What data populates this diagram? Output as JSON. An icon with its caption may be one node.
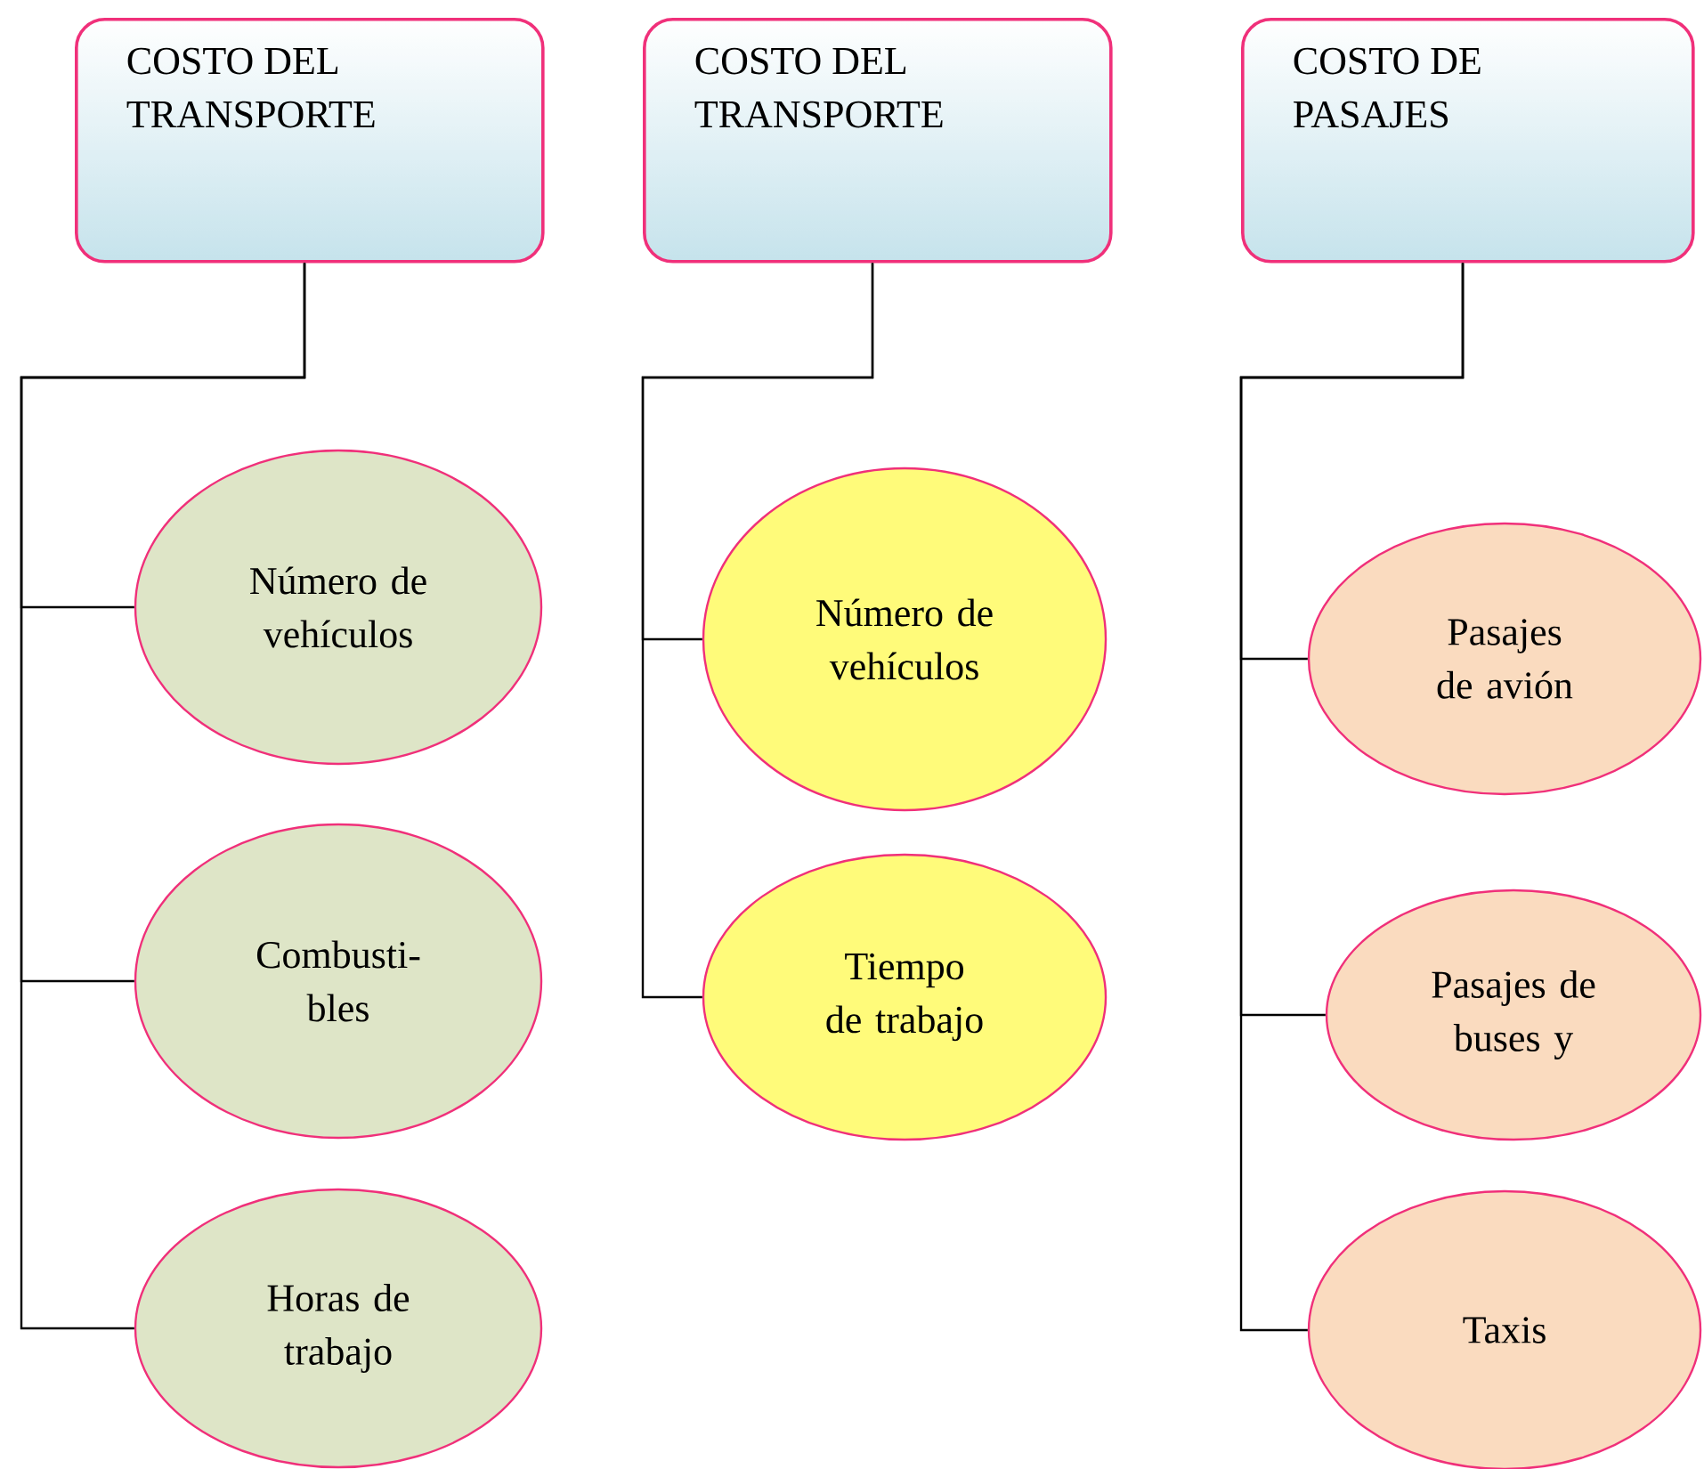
{
  "diagram": {
    "nodes": [
      {
        "text": [
          "COSTO DEL TRANSPORTE"
        ]
      },
      {
        "text": [
          "Número de vehículos"
        ]
      },
      {
        "text": [
          "Combusti- bles"
        ]
      },
      {
        "text": [
          "Horas de trabajo"
        ]
      },
      {
        "text": [
          "COSTO DEL TRANSPORTE"
        ]
      },
      {
        "text": [
          "Número de vehículos"
        ]
      },
      {
        "text": [
          "Tiempo de trabajo"
        ]
      },
      {
        "text": [
          "COSTO DE PASAJES"
        ]
      },
      {
        "text": [
          "Pasajes de avión"
        ]
      },
      {
        "text": [
          "Pasajes de buses y"
        ]
      },
      {
        "text": [
          "Taxis"
        ]
      }
    ],
    "edges": [
      {
        "from": 0,
        "to": 1,
        "arrow": "none"
      },
      {
        "from": 0,
        "to": 2,
        "arrow": "none"
      },
      {
        "from": 0,
        "to": 3,
        "arrow": "none"
      },
      {
        "from": 4,
        "to": 5,
        "arrow": "none"
      },
      {
        "from": 4,
        "to": 6,
        "arrow": "none"
      },
      {
        "from": 7,
        "to": 8,
        "arrow": "none"
      },
      {
        "from": 7,
        "to": 9,
        "arrow": "none"
      },
      {
        "from": 7,
        "to": 10,
        "arrow": "none"
      }
    ]
  }
}
